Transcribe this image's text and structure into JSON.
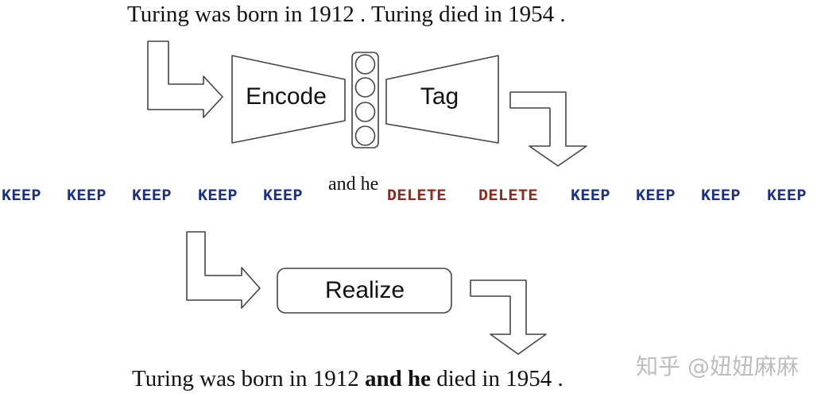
{
  "input_sentence": "Turing was born in 1912 . Turing died in 1954 .",
  "encode_label": "Encode",
  "tag_label": "Tag",
  "realize_label": "Realize",
  "inserted_phrase": "and he",
  "tags": [
    {
      "label": "KEEP",
      "kind": "keep"
    },
    {
      "label": "KEEP",
      "kind": "keep"
    },
    {
      "label": "KEEP",
      "kind": "keep"
    },
    {
      "label": "KEEP",
      "kind": "keep"
    },
    {
      "label": "KEEP",
      "kind": "keep"
    },
    {
      "label": "DELETE",
      "kind": "delete"
    },
    {
      "label": "DELETE",
      "kind": "delete"
    },
    {
      "label": "KEEP",
      "kind": "keep"
    },
    {
      "label": "KEEP",
      "kind": "keep"
    },
    {
      "label": "KEEP",
      "kind": "keep"
    },
    {
      "label": "KEEP",
      "kind": "keep"
    }
  ],
  "output_sentence": {
    "before": "Turing was born in 1912 ",
    "bold": "and he",
    "after": " died in 1954 ."
  },
  "watermark": "知乎 @妞妞麻麻",
  "colors": {
    "keep": "#1a2f8a",
    "delete": "#8a2a1e",
    "stroke": "#444444"
  }
}
